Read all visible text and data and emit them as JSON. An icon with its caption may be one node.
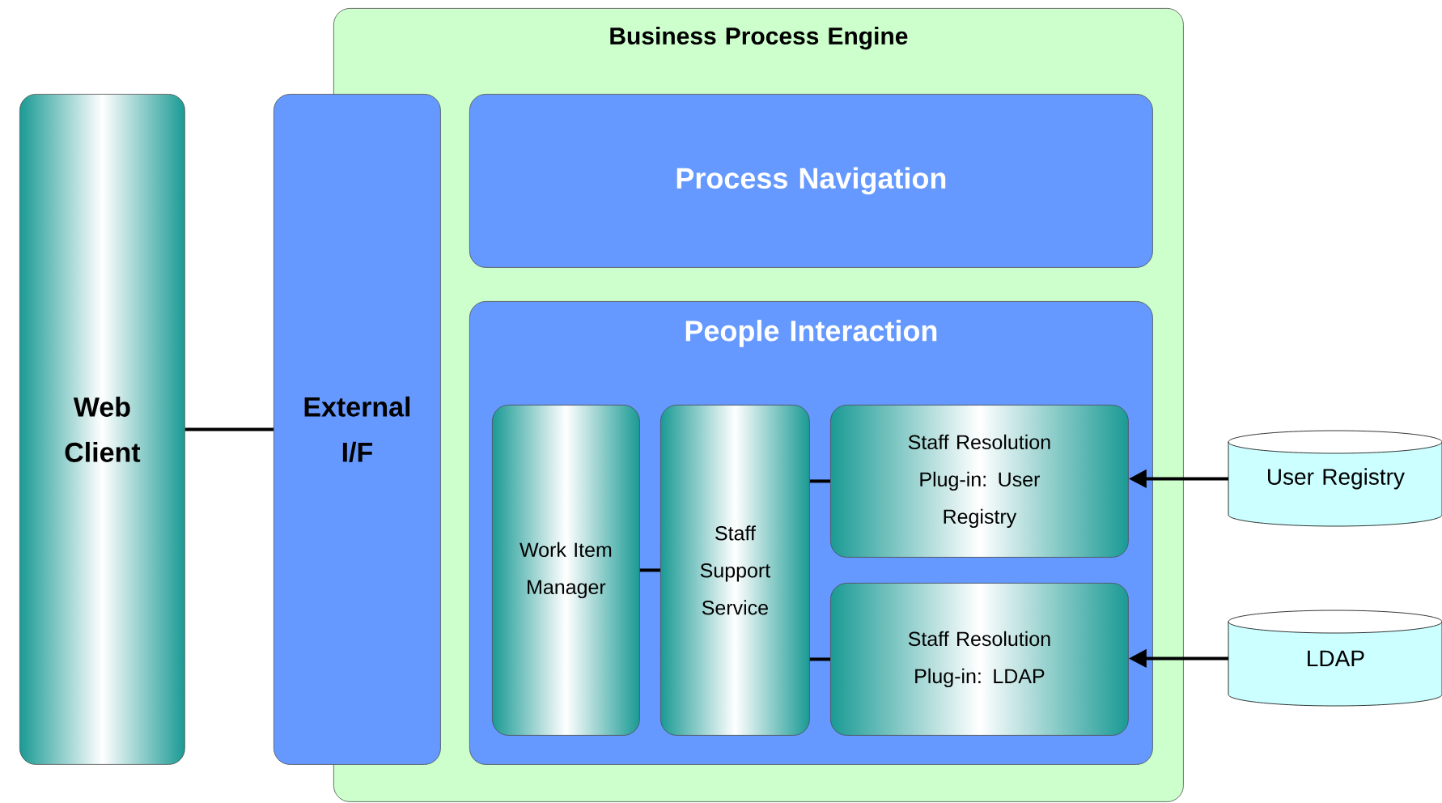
{
  "diagram": {
    "nodes": [
      {
        "text": [
          "Web Client"
        ]
      },
      {
        "text": [
          "Business Process Engine"
        ]
      },
      {
        "text": [
          "External I/F"
        ]
      },
      {
        "text": [
          "Process Navigation"
        ],
        "in": 1
      },
      {
        "text": [
          "People Interaction"
        ],
        "in": 1
      },
      {
        "text": [
          "Work Item Manager"
        ],
        "in": 4
      },
      {
        "text": [
          "Staff Support Service"
        ],
        "in": 4
      },
      {
        "text": [
          "Staff Resolution Plug-in: User Registry"
        ],
        "in": 4
      },
      {
        "text": [
          "Staff Resolution Plug-in: LDAP"
        ],
        "in": 4
      },
      {
        "text": [
          "User Registry"
        ]
      },
      {
        "text": [
          "LDAP"
        ]
      }
    ],
    "edges": [
      {
        "from": 0,
        "to": 2,
        "arrow": "none"
      },
      {
        "from": 5,
        "to": 6,
        "arrow": "none"
      },
      {
        "from": 6,
        "to": 7,
        "arrow": "none"
      },
      {
        "from": 6,
        "to": 8,
        "arrow": "none"
      },
      {
        "from": 9,
        "to": 7,
        "arrow": "to"
      },
      {
        "from": 10,
        "to": 8,
        "arrow": "to"
      }
    ]
  }
}
